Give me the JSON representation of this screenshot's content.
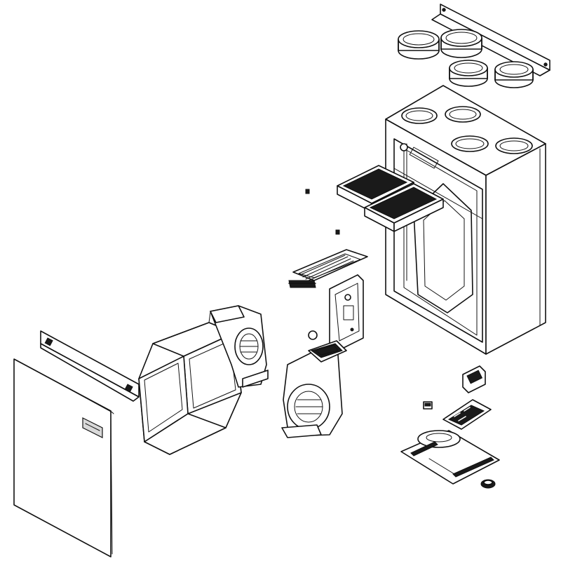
{
  "diagram": {
    "parts": [
      {
        "id": "front-door-panel",
        "icon": "door-panel-icon"
      },
      {
        "id": "mounting-rail",
        "icon": "rail-icon"
      },
      {
        "id": "heat-exchanger",
        "icon": "heat-exchanger-icon"
      },
      {
        "id": "supply-fan",
        "icon": "fan-icon"
      },
      {
        "id": "exhaust-fan",
        "icon": "fan-icon"
      },
      {
        "id": "control-board-bracket",
        "icon": "bracket-icon"
      },
      {
        "id": "preheater",
        "icon": "heater-icon"
      },
      {
        "id": "filter-left",
        "icon": "filter-icon"
      },
      {
        "id": "filter-right",
        "icon": "filter-icon"
      },
      {
        "id": "main-housing",
        "icon": "housing-icon"
      },
      {
        "id": "duct-collars",
        "icon": "duct-collar-icon"
      },
      {
        "id": "wall-bracket",
        "icon": "bracket-icon"
      },
      {
        "id": "electronics-kit",
        "icon": "circuit-board-icon"
      }
    ],
    "colors": {
      "line": "#111111",
      "fill": "#ffffff",
      "dark": "#1a1a1a"
    }
  }
}
